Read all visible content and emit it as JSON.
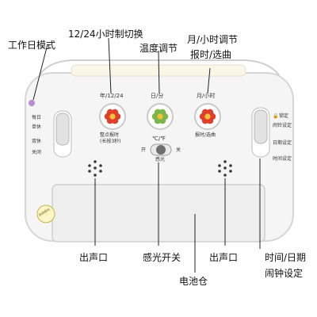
{
  "callouts": {
    "workday_mode": "工作日模式",
    "hour_format": "12/24小时制切换",
    "temp_adjust": "温度调节",
    "month_hour_adjust": "月/小时调节",
    "chime_select": "报时/选曲",
    "speaker_left": "出声口",
    "light_switch": "感光开关",
    "speaker_right": "出声口",
    "battery": "电池仓",
    "time_date": "时间/日期",
    "alarm_set": "闹钟设定"
  },
  "device": {
    "btn_left_label": "年/12/24",
    "btn_left_sub1": "整点报时",
    "btn_left_sub2": "(长按3秒)",
    "btn_mid_label": "日/分",
    "btn_right_label": "月/小时",
    "btn_right_sub": "报时/选曲",
    "switch_label": "℃/℉",
    "switch_on": "开",
    "switch_off": "关",
    "switch_sub": "感光",
    "left_slider": [
      "每日",
      "单休",
      "双休",
      "关闭"
    ],
    "right_slider": [
      "锁定",
      "闹铃设定",
      "日期设定",
      "时间设定"
    ],
    "lock_symbol": "🔒",
    "badge": "自动感光"
  },
  "colors": {
    "body": "#f4f4f4",
    "body_edge": "#d9d9d9",
    "flower_red": "#e0402a",
    "flower_center": "#f3c23b",
    "flower_green": "#7ab648"
  }
}
